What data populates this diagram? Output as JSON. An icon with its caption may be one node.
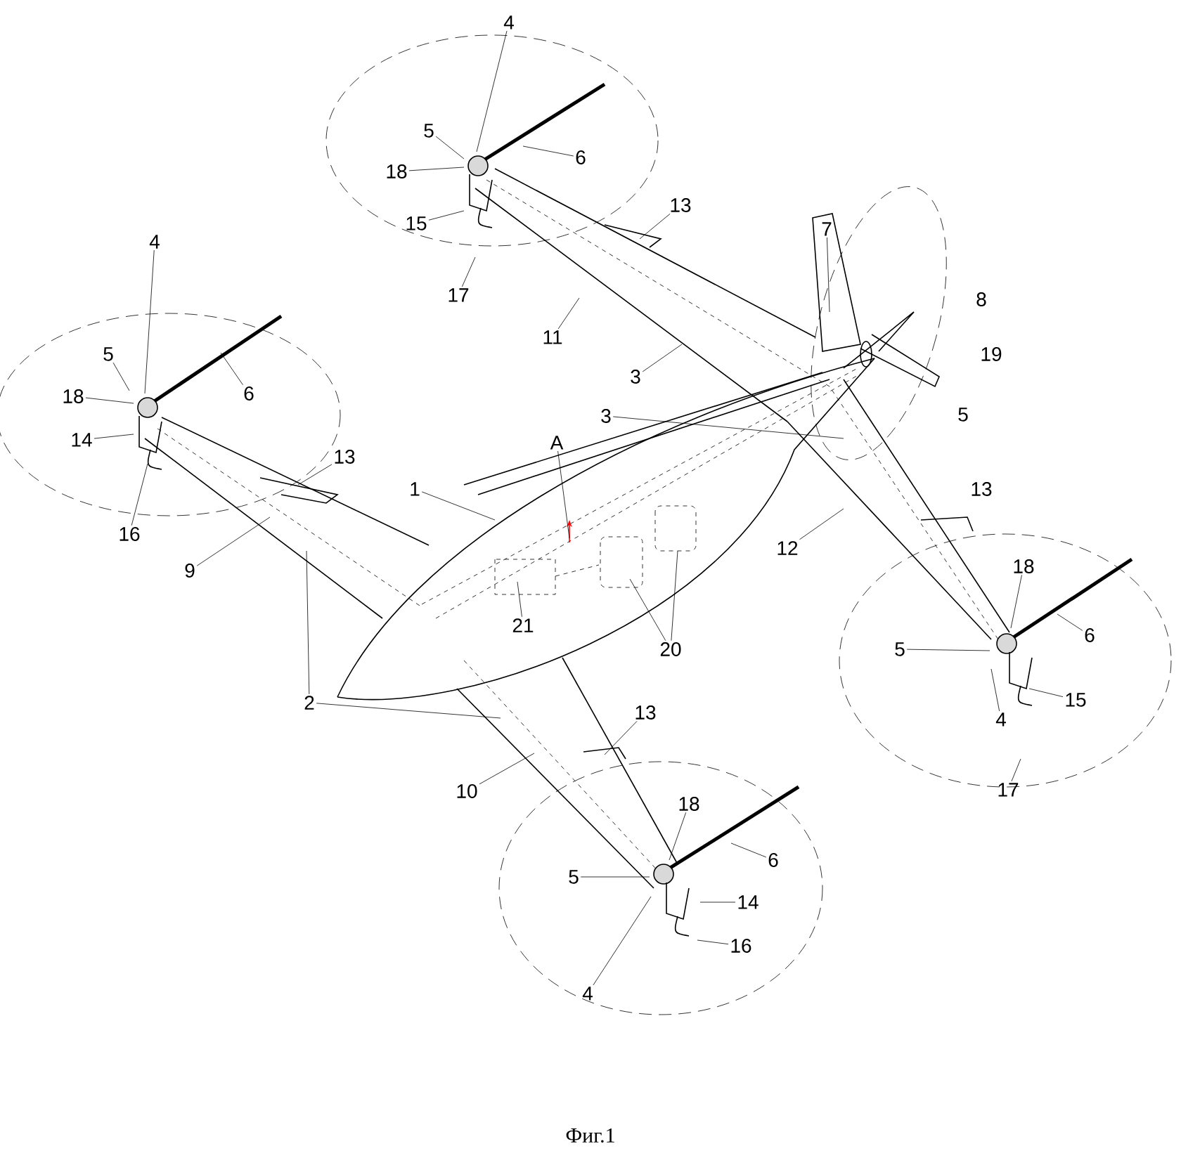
{
  "diagram": {
    "caption": "Фиг.1",
    "nodes": [
      {
        "text": [
          "4"
        ]
      },
      {
        "text": [
          "5"
        ]
      },
      {
        "text": [
          "6"
        ]
      },
      {
        "text": [
          "18"
        ]
      },
      {
        "text": [
          "13"
        ]
      },
      {
        "text": [
          "15"
        ]
      },
      {
        "text": [
          "7"
        ]
      },
      {
        "text": [
          "4"
        ]
      },
      {
        "text": [
          "17"
        ]
      },
      {
        "text": [
          "11"
        ]
      },
      {
        "text": [
          "6"
        ]
      },
      {
        "text": [
          "18"
        ]
      },
      {
        "text": [
          "3"
        ]
      },
      {
        "text": [
          "5"
        ]
      },
      {
        "text": [
          "3"
        ]
      },
      {
        "text": [
          "14"
        ]
      },
      {
        "text": [
          "A"
        ]
      },
      {
        "text": [
          "13"
        ]
      },
      {
        "text": [
          "1"
        ]
      },
      {
        "text": [
          "16"
        ]
      },
      {
        "text": [
          "12"
        ]
      },
      {
        "text": [
          "18"
        ]
      },
      {
        "text": [
          "9"
        ]
      },
      {
        "text": [
          "21"
        ]
      },
      {
        "text": [
          "6"
        ]
      },
      {
        "text": [
          "20"
        ]
      },
      {
        "text": [
          "5"
        ]
      },
      {
        "text": [
          "2"
        ]
      },
      {
        "text": [
          "15"
        ]
      },
      {
        "text": [
          "13"
        ]
      },
      {
        "text": [
          "4"
        ]
      },
      {
        "text": [
          "10"
        ]
      },
      {
        "text": [
          "17"
        ]
      },
      {
        "text": [
          "18"
        ]
      },
      {
        "text": [
          "6"
        ]
      },
      {
        "text": [
          "5"
        ]
      },
      {
        "text": [
          "14"
        ]
      },
      {
        "text": [
          "16"
        ]
      },
      {
        "text": [
          "4"
        ]
      }
    ],
    "edges": [
      {
        "from": 0,
        "to": null,
        "arrow": "none"
      },
      {
        "from": 1,
        "to": null,
        "arrow": "none"
      },
      {
        "from": 2,
        "to": null,
        "arrow": "none"
      },
      {
        "from": 3,
        "to": null,
        "arrow": "none"
      },
      {
        "from": 4,
        "to": null,
        "arrow": "none"
      },
      {
        "from": 5,
        "to": null,
        "arrow": "none"
      },
      {
        "from": 6,
        "to": null,
        "arrow": "none"
      },
      {
        "from": 7,
        "to": null,
        "arrow": "none"
      },
      {
        "from": 8,
        "to": null,
        "arrow": "none"
      },
      {
        "from": 9,
        "to": null,
        "arrow": "none"
      },
      {
        "from": 10,
        "to": null,
        "arrow": "none"
      },
      {
        "from": 11,
        "to": null,
        "arrow": "none"
      },
      {
        "from": 12,
        "to": null,
        "arrow": "none"
      },
      {
        "from": 13,
        "to": null,
        "arrow": "none"
      },
      {
        "from": 14,
        "to": null,
        "arrow": "none"
      },
      {
        "from": 15,
        "to": null,
        "arrow": "none"
      },
      {
        "from": 16,
        "to": null,
        "arrow": "none"
      },
      {
        "from": 17,
        "to": null,
        "arrow": "none"
      },
      {
        "from": 18,
        "to": null,
        "arrow": "none"
      },
      {
        "from": 19,
        "to": null,
        "arrow": "none"
      },
      {
        "from": 20,
        "to": null,
        "arrow": "none"
      },
      {
        "from": 21,
        "to": null,
        "arrow": "none"
      },
      {
        "from": 22,
        "to": null,
        "arrow": "none"
      },
      {
        "from": 23,
        "to": null,
        "arrow": "none"
      },
      {
        "from": 24,
        "to": null,
        "arrow": "none"
      },
      {
        "from": 25,
        "to": null,
        "arrow": "none"
      },
      {
        "from": 25,
        "to": null,
        "arrow": "none"
      },
      {
        "from": 26,
        "to": null,
        "arrow": "none"
      },
      {
        "from": 27,
        "to": null,
        "arrow": "none"
      },
      {
        "from": 27,
        "to": null,
        "arrow": "none"
      },
      {
        "from": 28,
        "to": null,
        "arrow": "none"
      },
      {
        "from": 29,
        "to": null,
        "arrow": "none"
      },
      {
        "from": 30,
        "to": null,
        "arrow": "none"
      },
      {
        "from": 31,
        "to": null,
        "arrow": "none"
      },
      {
        "from": 32,
        "to": null,
        "arrow": "none"
      },
      {
        "from": 33,
        "to": null,
        "arrow": "none"
      },
      {
        "from": 34,
        "to": null,
        "arrow": "none"
      },
      {
        "from": 35,
        "to": null,
        "arrow": "none"
      },
      {
        "from": 36,
        "to": null,
        "arrow": "none"
      },
      {
        "from": 37,
        "to": null,
        "arrow": "none"
      },
      {
        "from": 38,
        "to": null,
        "arrow": "none"
      }
    ],
    "labels": [
      "8",
      "19",
      "5",
      "13"
    ]
  }
}
